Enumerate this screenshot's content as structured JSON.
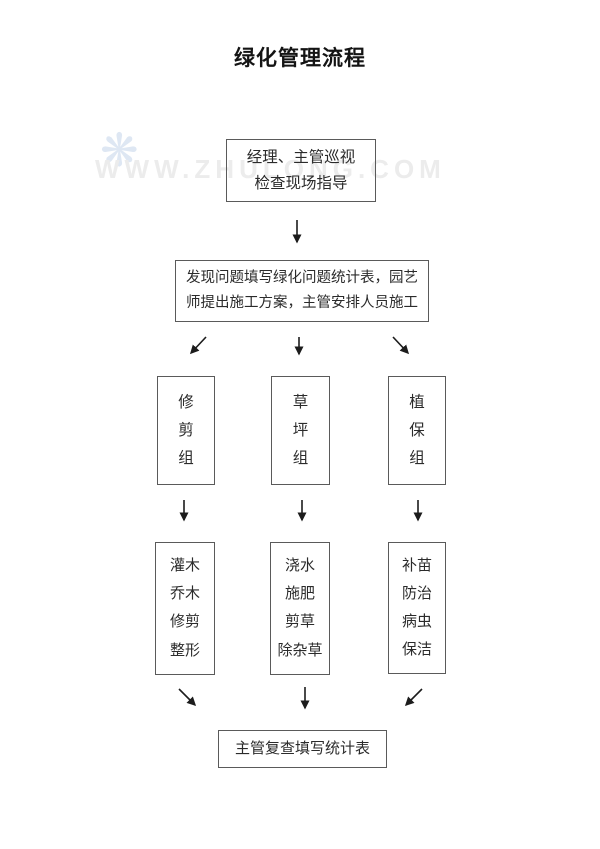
{
  "page": {
    "title": "绿化管理流程",
    "background": "#ffffff",
    "watermark": {
      "text": "WWW.ZHULONG.COM",
      "icon_glyph": "❋",
      "icon_color": "#c9d8ec",
      "text_color": "#ececec"
    }
  },
  "colors": {
    "box_border": "#5a5a5a",
    "text": "#2b2b2b",
    "arrow": "#1c1c1c"
  },
  "flow": {
    "top_box": {
      "lines": [
        "经理、主管巡视",
        "检查现场指导"
      ]
    },
    "problem_box": {
      "lines": [
        "发现问题填写绿化问题统计表，园艺",
        "师提出施工方案，主管安排人员施工"
      ]
    },
    "groups": [
      {
        "name": "修剪组",
        "chars": [
          "修",
          "剪",
          "组"
        ],
        "tasks": [
          "灌木",
          "乔木",
          "修剪",
          "整形"
        ]
      },
      {
        "name": "草坪组",
        "chars": [
          "草",
          "坪",
          "组"
        ],
        "tasks": [
          "浇水",
          "施肥",
          "剪草",
          "除杂草"
        ]
      },
      {
        "name": "植保组",
        "chars": [
          "植",
          "保",
          "组"
        ],
        "tasks": [
          "补苗",
          "防治",
          "病虫",
          "保洁"
        ]
      }
    ],
    "final_box": {
      "text": "主管复查填写统计表"
    }
  }
}
